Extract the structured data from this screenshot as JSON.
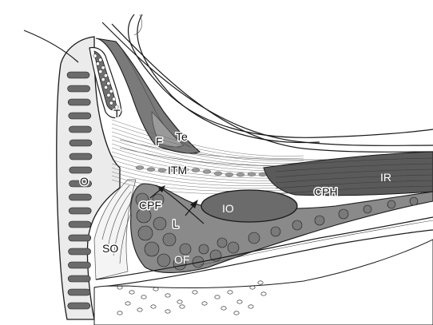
{
  "labels": {
    "T": "T",
    "Te": "Te",
    "F": "F",
    "ITM": "ITM",
    "O": "O",
    "IR": "IR",
    "CPF": "CPF",
    "CPH": "CPH",
    "IO": "IO",
    "L": "L",
    "SO": "SO",
    "OF": "OF"
  },
  "colors": {
    "line": "#1a1a1a",
    "bone_fill": "#ebebeb",
    "dark_tissue": "#6e6e6e",
    "fat": "#8a8a8a",
    "muscle": "#5a5a5a",
    "septa": "#9a9a9a"
  }
}
